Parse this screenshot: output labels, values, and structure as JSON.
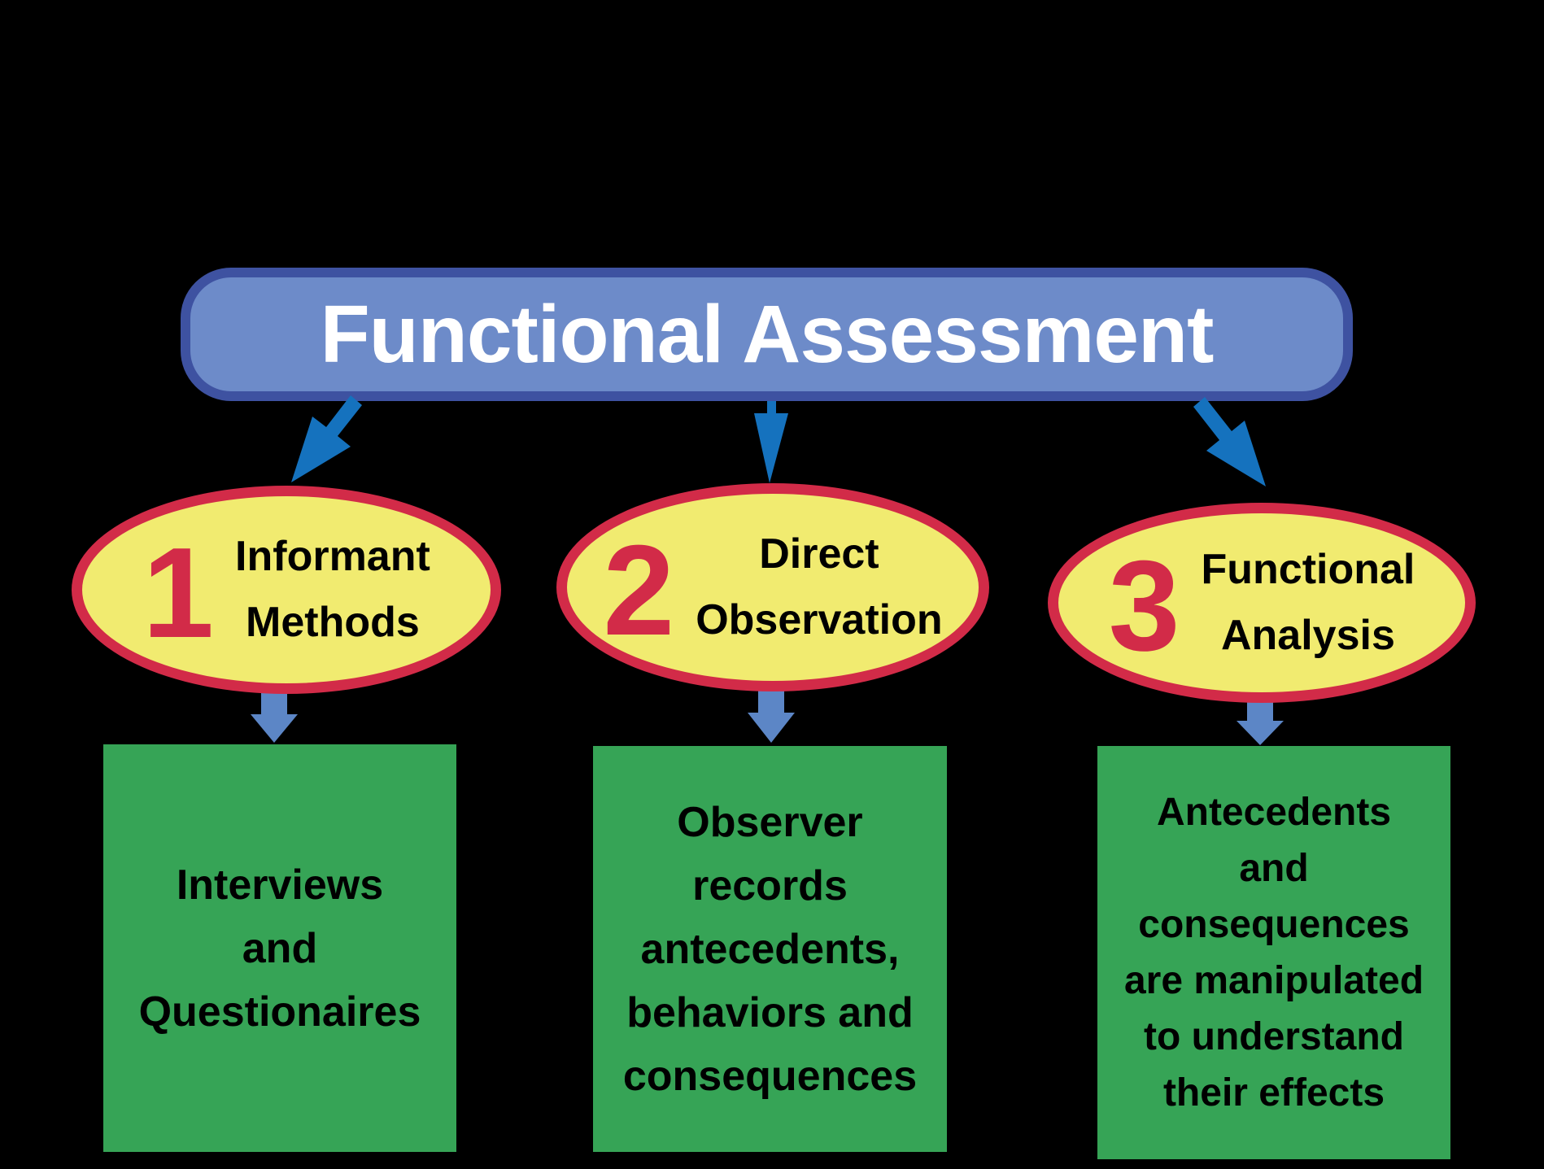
{
  "title": {
    "label": "Functional Assessment"
  },
  "methods": [
    {
      "number": "1",
      "label": "Informant\nMethods",
      "detail": "Interviews\nand\nQuestionaires"
    },
    {
      "number": "2",
      "label": "Direct\nObservation",
      "detail": "Observer\nrecords\nantecedents,\nbehaviors and\nconsequences"
    },
    {
      "number": "3",
      "label": "Functional\nAnalysis",
      "detail": "Antecedents\nand\nconsequences\nare manipulated\nto understand\ntheir effects"
    }
  ],
  "colors": {
    "background": "#000000",
    "title_fill": "#6D8BC9",
    "title_border": "#3E52A1",
    "title_text": "#FFFFFF",
    "connector_arrow": "#1572BE",
    "block_arrow": "#5C86C6",
    "ellipse_fill": "#F1EB70",
    "ellipse_border": "#D22B48",
    "number_text": "#D22B48",
    "label_text": "#000000",
    "detail_fill": "#36A456",
    "detail_text": "#000000"
  }
}
